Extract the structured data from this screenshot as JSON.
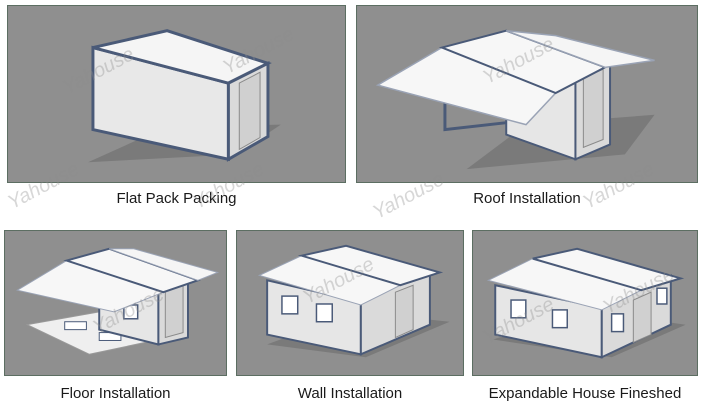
{
  "captions": {
    "flat_pack": "Flat Pack Packing",
    "roof": "Roof Installation",
    "floor": "Floor Installation",
    "wall": "Wall Installation",
    "expandable": "Expandable House Fineshed"
  },
  "watermark": "Yahouse",
  "colors": {
    "panel_bg": "#8f8f8f",
    "frame": "#4a5a78",
    "wall": "#e6e6e6",
    "roof": "#f7f7f7"
  }
}
